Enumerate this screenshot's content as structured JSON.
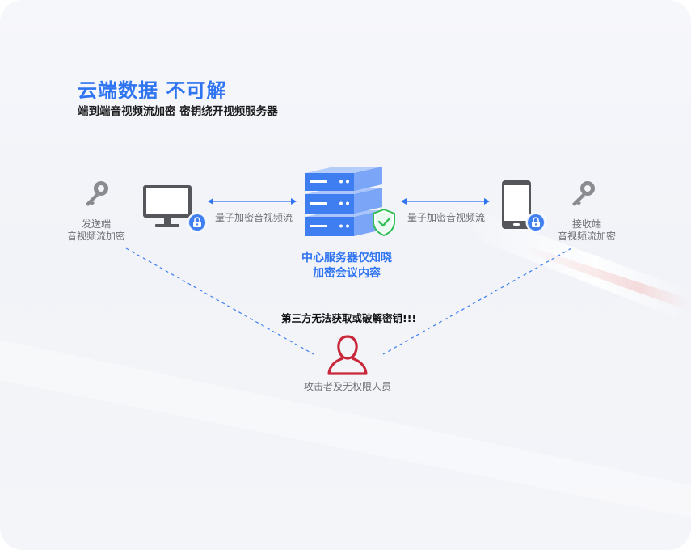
{
  "header": {
    "title": "云端数据 不可解",
    "subtitle": "端到端音视频流加密  密钥绕开视频服务器"
  },
  "sender": {
    "line1": "发送端",
    "line2": "音视频流加密"
  },
  "receiver": {
    "line1": "接收端",
    "line2": "音视频流加密"
  },
  "links": {
    "left": "量子加密音视频流",
    "right": "量子加密音视频流"
  },
  "server": {
    "line1": "中心服务器仅知晓",
    "line2": "加密会议内容"
  },
  "attacker": {
    "warning": "第三方无法获取或破解密钥!!!",
    "label": "攻击者及无权限人员"
  },
  "colors": {
    "accent": "#2f74f0",
    "server_blue": "#4a86f2",
    "shield_green": "#2fbf55",
    "attacker_red": "#c8283a",
    "device_gray": "#55565b",
    "key_gray": "#8a8b90"
  }
}
